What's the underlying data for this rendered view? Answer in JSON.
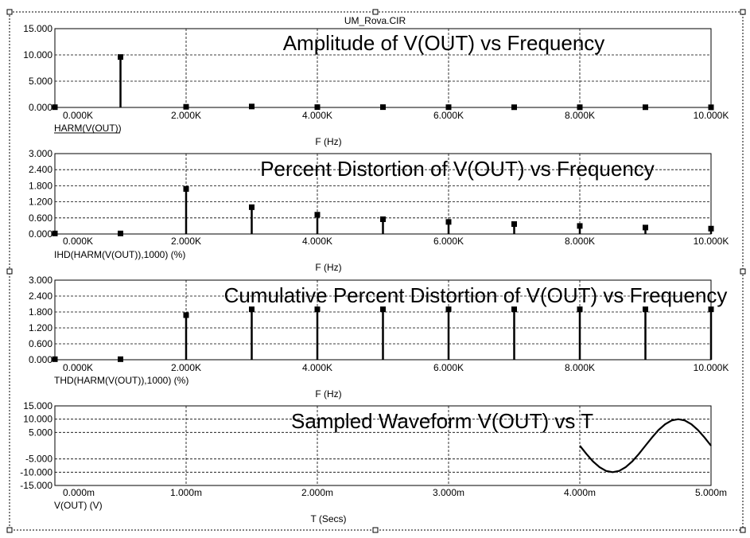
{
  "window": {
    "title": "UM_Rova.CIR"
  },
  "chart_data": [
    {
      "type": "bar",
      "title": "Amplitude of V(OUT) vs Frequency",
      "trace_label": "HARM(V(OUT))",
      "xlabel": "F (Hz)",
      "xlim": [
        0,
        10000
      ],
      "ylim": [
        0,
        15
      ],
      "xticks": [
        0,
        2000,
        4000,
        6000,
        8000,
        10000
      ],
      "xtick_labels": [
        "0.000K",
        "2.000K",
        "4.000K",
        "6.000K",
        "8.000K",
        "10.000K"
      ],
      "yticks": [
        0,
        5,
        10,
        15
      ],
      "ytick_labels": [
        "0.000",
        "5.000",
        "10.000",
        "15.000"
      ],
      "x": [
        0,
        1000,
        2000,
        3000,
        4000,
        5000,
        6000,
        7000,
        8000,
        9000,
        10000
      ],
      "values": [
        0.05,
        9.6,
        0.12,
        0.18,
        0.06,
        0.06,
        0.05,
        0.04,
        0.04,
        0.04,
        0.03
      ]
    },
    {
      "type": "bar",
      "title": "Percent Distortion of V(OUT) vs Frequency",
      "trace_label": "IHD(HARM(V(OUT)),1000) (%)",
      "xlabel": "F (Hz)",
      "xlim": [
        0,
        10000
      ],
      "ylim": [
        0,
        3
      ],
      "xticks": [
        0,
        2000,
        4000,
        6000,
        8000,
        10000
      ],
      "xtick_labels": [
        "0.000K",
        "2.000K",
        "4.000K",
        "6.000K",
        "8.000K",
        "10.000K"
      ],
      "yticks": [
        0,
        0.6,
        1.2,
        1.8,
        2.4,
        3.0
      ],
      "ytick_labels": [
        "0.000",
        "0.600",
        "1.200",
        "1.800",
        "2.400",
        "3.000"
      ],
      "x": [
        0,
        1000,
        2000,
        3000,
        4000,
        5000,
        6000,
        7000,
        8000,
        9000,
        10000
      ],
      "values": [
        0.02,
        0.02,
        1.68,
        1.0,
        0.72,
        0.55,
        0.45,
        0.37,
        0.3,
        0.24,
        0.2
      ]
    },
    {
      "type": "bar",
      "title": "Cumulative Percent Distortion of V(OUT) vs Frequency",
      "trace_label": "THD(HARM(V(OUT)),1000) (%)",
      "xlabel": "F (Hz)",
      "xlim": [
        0,
        10000
      ],
      "ylim": [
        0,
        3
      ],
      "xticks": [
        0,
        2000,
        4000,
        6000,
        8000,
        10000
      ],
      "xtick_labels": [
        "0.000K",
        "2.000K",
        "4.000K",
        "6.000K",
        "8.000K",
        "10.000K"
      ],
      "yticks": [
        0,
        0.6,
        1.2,
        1.8,
        2.4,
        3.0
      ],
      "ytick_labels": [
        "0.000",
        "0.600",
        "1.200",
        "1.800",
        "2.400",
        "3.000"
      ],
      "x": [
        0,
        1000,
        2000,
        3000,
        4000,
        5000,
        6000,
        7000,
        8000,
        9000,
        10000
      ],
      "values": [
        0.02,
        0.02,
        1.68,
        1.9,
        1.9,
        1.9,
        1.9,
        1.9,
        1.9,
        1.9,
        1.9
      ]
    },
    {
      "type": "line",
      "title": "Sampled Waveform  V(OUT) vs T",
      "trace_label": "V(OUT) (V)",
      "xlabel": "T (Secs)",
      "xlim": [
        0,
        0.005
      ],
      "ylim": [
        -15,
        15
      ],
      "xticks": [
        0,
        0.001,
        0.002,
        0.003,
        0.004,
        0.005
      ],
      "xtick_labels": [
        "0.000m",
        "1.000m",
        "2.000m",
        "3.000m",
        "4.000m",
        "5.000m"
      ],
      "yticks": [
        -15,
        -10,
        -5,
        5,
        10,
        15
      ],
      "ytick_labels": [
        "-15.000",
        "-10.000",
        "-5.000",
        "5.000",
        "10.000",
        "15.000"
      ],
      "x": [
        0.004,
        0.00405,
        0.0041,
        0.00415,
        0.0042,
        0.00425,
        0.0043,
        0.00435,
        0.0044,
        0.00445,
        0.0045,
        0.00455,
        0.0046,
        0.00465,
        0.0047,
        0.00475,
        0.0048,
        0.00485,
        0.0049,
        0.00495,
        0.005
      ],
      "values": [
        0,
        -3.1,
        -5.9,
        -8.1,
        -9.5,
        -10.0,
        -9.5,
        -8.1,
        -5.9,
        -3.1,
        0,
        3.1,
        5.9,
        8.1,
        9.5,
        10.0,
        9.5,
        8.1,
        5.9,
        3.1,
        0
      ]
    }
  ]
}
